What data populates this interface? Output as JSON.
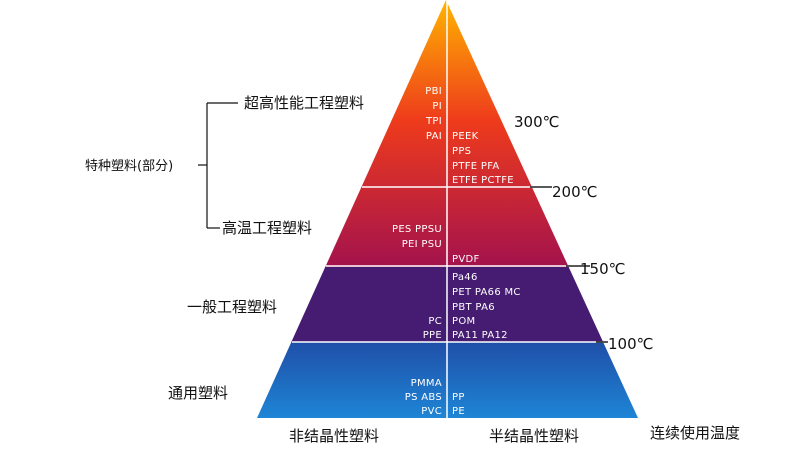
{
  "group_label": "特种塑料(部分)",
  "tiers": {
    "super": "超高性能工程塑料",
    "hightemp": "高温工程塑料",
    "general": "一般工程塑料",
    "common": "通用塑料"
  },
  "temperatures": {
    "t300": "300℃",
    "t200": "200℃",
    "t150": "150℃",
    "t100": "100℃"
  },
  "axis": {
    "amorphous": "非结晶性塑料",
    "semicrystalline": "半结晶性塑料",
    "service_temp": "连续使用温度"
  },
  "materials": {
    "super_left": [
      "PBI",
      "PI",
      "TPI",
      "PAI"
    ],
    "super_right": [
      "PEEK",
      "PPS",
      "PTFE PFA",
      "ETFE PCTFE"
    ],
    "hightemp_left": [
      "PES PPSU",
      "PEI PSU"
    ],
    "hightemp_right": [
      "PVDF"
    ],
    "general_left": [
      "PC",
      "PPE"
    ],
    "general_right": [
      "Pa46",
      "PET PA66 MC",
      "PBT PA6",
      "POM",
      "PA11 PA12"
    ],
    "common_left": [
      "PMMA",
      "PS ABS",
      "PVC"
    ],
    "common_right": [
      "PP",
      "PE"
    ]
  },
  "colors": {
    "apex": "#ffb400",
    "upper": "#ee3b1c",
    "middle": "#a3124d",
    "lower": "#3a1f7a",
    "base_top": "#1f4fa8",
    "base_bottom": "#1e88d8"
  }
}
